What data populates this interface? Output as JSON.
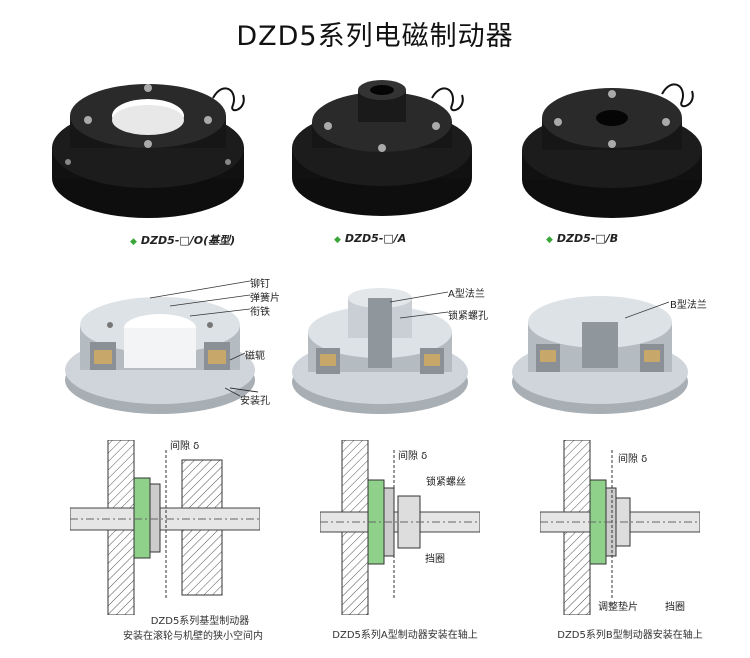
{
  "title": "DZD5系列电磁制动器",
  "colors": {
    "green": "#3aa63a",
    "steel": "#b9c0c6",
    "hatch": "#555555",
    "coil_green": "#8fd18b"
  },
  "products": [
    {
      "caption": "DZD5-□/O(基型)"
    },
    {
      "caption": "DZD5-□/A"
    },
    {
      "caption": "DZD5-□/B"
    }
  ],
  "cutaway_labels": {
    "base": [
      "铆钉",
      "弹簧片",
      "衔铁",
      "磁轭",
      "安装孔"
    ],
    "a": [
      "A型法兰",
      "锁紧螺孔"
    ],
    "b": [
      "B型法兰"
    ]
  },
  "drawing_labels": {
    "gap": "间隙 δ",
    "lock_screw": "锁紧螺丝",
    "retainer": "挡圈",
    "shim": "调整垫片"
  },
  "drawing_captions": {
    "base_line1": "DZD5系列基型制动器",
    "base_line2": "安装在滚轮与机壁的狭小空间内",
    "a": "DZD5系列A型制动器安装在轴上",
    "b": "DZD5系列B型制动器安装在轴上"
  }
}
